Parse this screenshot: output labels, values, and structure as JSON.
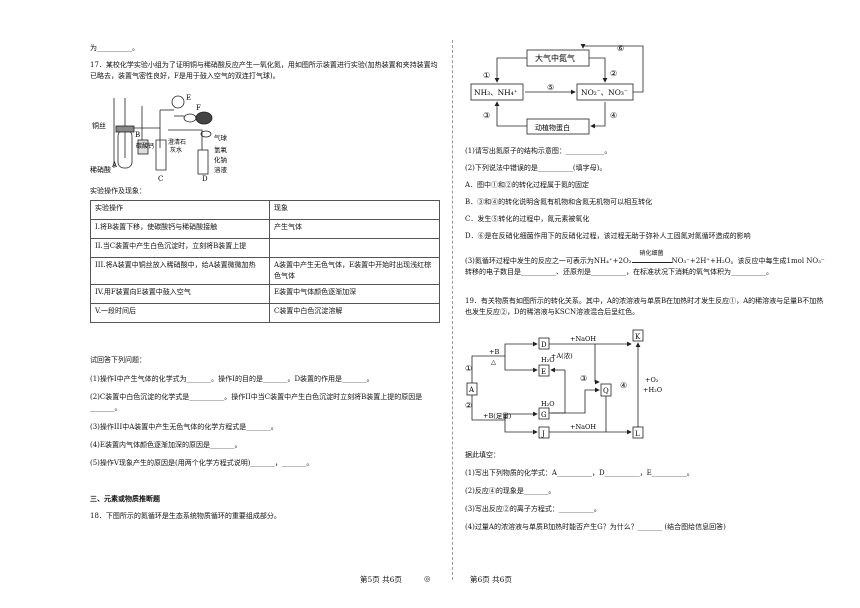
{
  "left": {
    "top_line": "为__________。",
    "q17": {
      "stem": "17．某校化学实验小组为了证明铜与稀硝酸反应产生一氧化氮，用如图所示装置进行实验(加热装置和夹持装置均已略去，装置气密性良好，F是用于鼓入空气的双连打气球)。",
      "apparatus_labels": {
        "copper_wire": "铜丝",
        "dilute_acid": "稀硝酸",
        "a": "A",
        "b": "B",
        "caco3": "碳酸钙",
        "limewater1": "澄清石",
        "limewater2": "灰水",
        "c": "C",
        "d": "D",
        "e": "E",
        "f": "F",
        "balloon": "气球",
        "naoh1": "氢氧",
        "naoh2": "化钠",
        "naoh3": "溶液"
      },
      "table_caption": "实验操作及现象：",
      "table_header": [
        "实验操作",
        "现象"
      ],
      "table_rows": [
        [
          "I.将B装置下移，使碳酸钙与稀硝酸接触",
          "产生气体"
        ],
        [
          "II.当C装置中产生白色沉淀时，立刻将B装置上提",
          ""
        ],
        [
          "III.将A装置中铜丝放入稀硝酸中，给A装置微微加热",
          "A装置中产生无色气体，E装置中开始时出现浅红棕色气体"
        ],
        [
          "IV.用F装置向E装置中鼓入空气",
          "E装置中气体颜色逐渐加深"
        ],
        [
          "V.一段时间后",
          "C装置中白色沉淀溶解"
        ]
      ],
      "prompt": "试回答下列问题：",
      "sub": [
        "(1)操作I中产生气体的化学式为_______。操作I的目的是_______。D装置的作用是_______。",
        "(2)C装置中白色沉淀的化学式是__________。操作II中当C装置中产生白色沉淀时立刻将B装置上提的原因是_______。",
        "(3)操作III中A装置中产生无色气体的化学方程式是_______。",
        "(4)E装置内气体颜色逐渐加深的原因是_______。",
        "(5)操作V现象产生的原因是(用两个化学方程式说明)_______，_______。"
      ]
    },
    "section3": "三、元素或物质推断题",
    "q18": "18．下图所示的氮循环是生态系统物质循环的重要组成部分。"
  },
  "right": {
    "diagram18": {
      "top_box": "大气中氮气",
      "left_box": "NH₃、NH₄⁺",
      "right_box": "NO₂⁻、NO₃⁻",
      "bottom_box": "动植物蛋白",
      "n1": "①",
      "n2": "②",
      "n3": "③",
      "n4": "④",
      "n5": "⑤",
      "n6": "⑥"
    },
    "q18_sub": [
      "(1)请写出氮原子的结构示意图：___________。",
      "(2)下列说法中错误的是__________(填字母)。",
      "A．图中①和②的转化过程属于氮的固定",
      "B．③和④的转化说明含氮有机物和含氮无机物可以相互转化",
      "C．发生⑤转化的过程中，氮元素被氧化",
      "D．⑥是在反硝化细菌作用下的反硝化过程，该过程无助于弥补人工固氮对氮循环造成的影响"
    ],
    "q18_3a": "(3)氮循环过程中发生的反应之一可表示为NH₄⁺+2O₂",
    "q18_3_catalyst": "硝化细菌",
    "q18_3b": "NO₃⁻+2H⁺+H₂O。该反应中每生成1mol NO₃⁻转移的电子数目是__________、还原剂是__________，在标准状况下消耗的氧气体积为__________。",
    "q19": "19．有关物质有如图所示的转化关系。其中，A的浓溶液与单质B在加热时才发生反应①，A的稀溶液与足量B不加热也发生反应②，D的稀溶液与KSCN溶液混合后呈红色。",
    "diagram19": {
      "a": "A",
      "d": "D",
      "e": "E",
      "g": "G",
      "j": "J",
      "k": "K",
      "l": "L",
      "q": "Q",
      "b_heat": "+B",
      "delta": "△",
      "b_excess": "+B(足量)",
      "naoh_top": "+NaOH",
      "naoh_bottom": "+NaOH",
      "h2o_top": "H₂O",
      "h2o_bottom": "H₂O",
      "a_conc": "+A(浓)",
      "o2": "+O₂",
      "h2o_side": "+H₂O",
      "c1": "①",
      "c2": "②",
      "c3": "③",
      "c4": "④"
    },
    "fill_in": "据此填空：",
    "q19_sub": [
      "(1)写出下列物质的化学式：A__________，D__________，E__________。",
      "(2)反应④的现象是_______。",
      "(3)写出反应②的离子方程式：__________。",
      "(4)过量A的浓溶液与单质B加热时能否产生G？为什么？_______ (结合图给信息回答)"
    ]
  },
  "footer": {
    "left_page": "第5页  共6页",
    "right_page": "第6页  共6页",
    "center_mark": "◎"
  }
}
